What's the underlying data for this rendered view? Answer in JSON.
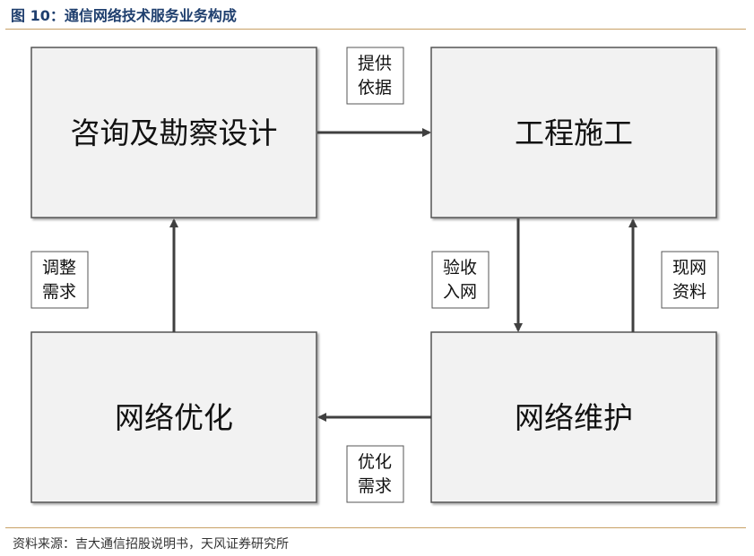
{
  "title": "图 10：通信网络技术服务业务构成",
  "source": "资料来源：吉大通信招股说明书，天风证券研究所",
  "nodes": {
    "consult": "咨询及勘察设计",
    "construction": "工程施工",
    "optimize": "网络优化",
    "maintain": "网络维护"
  },
  "edges": {
    "provide_basis": {
      "line1": "提供",
      "line2": "依据"
    },
    "acceptance": {
      "line1": "验收",
      "line2": "入网"
    },
    "existing_data": {
      "line1": "现网",
      "line2": "资料"
    },
    "optimize_demand": {
      "line1": "优化",
      "line2": "需求"
    },
    "adjust_demand": {
      "line1": "调整",
      "line2": "需求"
    }
  },
  "colors": {
    "box_fill": "#f2f2f2",
    "box_stroke": "#555555",
    "arrow": "#404040",
    "rule": "#c8a065",
    "title": "#1f3f6e"
  }
}
